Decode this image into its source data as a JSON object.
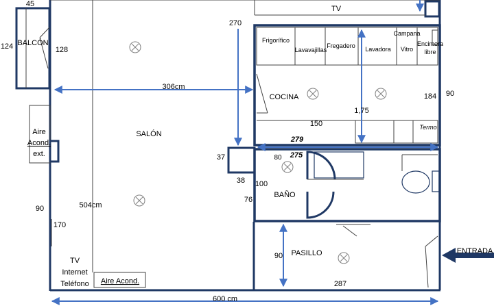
{
  "rooms": {
    "salon": "SALÓN",
    "cocina": "COCINA",
    "bano": "BAÑO",
    "pasillo": "PASILLO",
    "balcon": "BALCÓN",
    "entrada": "ENTRADA"
  },
  "fixtures": {
    "tv_top": "TV",
    "aire_ext_line1": "Aire",
    "aire_ext_line2": "Acond.",
    "aire_ext_line3": "ext.",
    "aire_acond": "Aire Acond.",
    "tv_internet_line1": "TV",
    "tv_internet_line2": "Internet",
    "tv_internet_line3": "Teléfono"
  },
  "kitchen": {
    "frigorifico": "Frigorífico",
    "lavavajillas": "Lavavajillas",
    "fregadero": "Fregadero",
    "lavadora": "Lavadora",
    "vitro": "Vitro",
    "campana": "Campana",
    "encimera_line1": "Encimera",
    "encimera_line2": "libre",
    "termo": "Termo"
  },
  "dimensions": {
    "d45": "45",
    "d124": "124",
    "d128": "128",
    "d270": "270",
    "d306": "306cm",
    "d184": "184",
    "d90_right": "90",
    "d175": "1,75",
    "d150": "150",
    "d279": "279",
    "d275": "275",
    "d37": "37",
    "d38": "38",
    "d80": "80",
    "d100": "100",
    "d76": "76",
    "d90_left": "90",
    "d170": "170",
    "d504": "504cm",
    "d90_pasillo": "90",
    "d287": "287",
    "d600": "600 cm"
  },
  "colors": {
    "wall": "#1f3864",
    "arrow": "#4472c4",
    "fixture_line": "#404040"
  }
}
